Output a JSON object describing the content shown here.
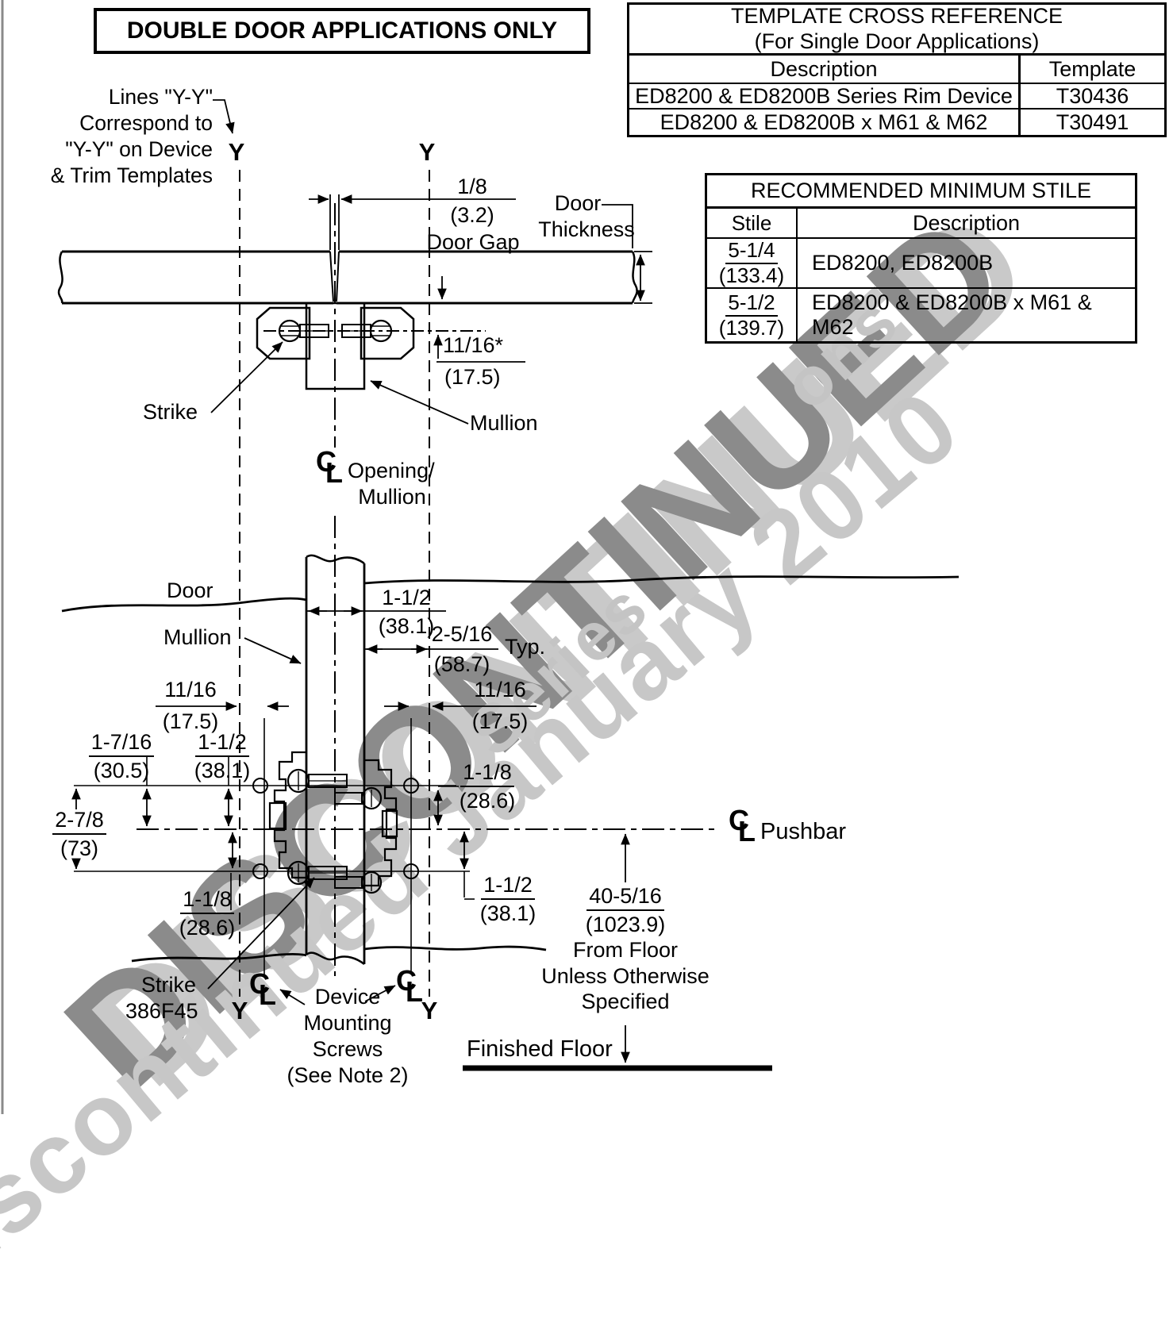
{
  "symbols": {
    "c": "C",
    "l": "L"
  },
  "watermark": {
    "main": "DISCONTINUED",
    "secondary": "Discontinued January 2010",
    "fragment_series": "Series",
    "fragment_ons": "ons",
    "dark_color": "#8b8b8b",
    "light_color": "#c7c7c7"
  },
  "title_box": {
    "label": "DOUBLE DOOR APPLICATIONS ONLY"
  },
  "cross_reference_table": {
    "title_line1": "TEMPLATE CROSS REFERENCE",
    "title_line2": "(For Single Door Applications)",
    "col_description": "Description",
    "col_template": "Template",
    "rows": [
      {
        "description": "ED8200 & ED8200B Series Rim Device",
        "template": "T30436"
      },
      {
        "description": "ED8200 & ED8200B x M61 & M62",
        "template": "T30491"
      }
    ]
  },
  "stile_table": {
    "title": "RECOMMENDED MINIMUM STILE",
    "col_stile": "Stile",
    "col_description": "Description",
    "rows": [
      {
        "stile_num": "5-1/4",
        "stile_den": "(133.4)",
        "description": "ED8200, ED8200B"
      },
      {
        "stile_num": "5-1/2",
        "stile_den": "(139.7)",
        "description": "ED8200 & ED8200B x M61 & M62"
      }
    ]
  },
  "note_yy": {
    "line1": "Lines \"Y-Y\"",
    "line2": "Correspond to",
    "line3": "\"Y-Y\" on Device",
    "line4": "& Trim Templates"
  },
  "labels": {
    "y": "Y",
    "door_gap": "Door Gap",
    "door_thickness_line1": "Door",
    "door_thickness_line2": "Thickness",
    "strike_plan": "Strike",
    "mullion_plan": "Mullion",
    "opening_line1": "Opening/",
    "opening_line2": "Mullion",
    "door_elev": "Door",
    "mullion_elev": "Mullion",
    "typ": "Typ.",
    "pushbar": "Pushbar",
    "strike_model_line1": "Strike",
    "strike_model_line2": "386F45",
    "device_line1": "Device",
    "device_line2": "Mounting",
    "device_line3": "Screws",
    "device_line4": "(See Note 2)",
    "finished_floor": "Finished Floor"
  },
  "dims": {
    "door_gap": {
      "num": "1/8",
      "den": "(3.2)"
    },
    "strike_cl_offset": {
      "num": "11/16*",
      "den": "(17.5)"
    },
    "mullion_width": {
      "num": "1-1/2",
      "den": "(38.1)"
    },
    "typ_offset": {
      "num": "2-5/16",
      "den": "(58.7)"
    },
    "y_offset_left": {
      "num": "11/16",
      "den": "(17.5)"
    },
    "y_offset_right": {
      "num": "11/16",
      "den": "(17.5)"
    },
    "d_1_7_16": {
      "num": "1-7/16",
      "den": "(30.5)"
    },
    "d_1_1_2_left": {
      "num": "1-1/2",
      "den": "(38.1)"
    },
    "d_2_7_8": {
      "num": "2-7/8",
      "den": "(73)"
    },
    "d_1_1_8_left": {
      "num": "1-1/8",
      "den": "(28.6)"
    },
    "d_1_1_8_right": {
      "num": "1-1/8",
      "den": "(28.6)"
    },
    "d_1_1_2_right": {
      "num": "1-1/2",
      "den": "(38.1)"
    },
    "from_floor": {
      "num": "40-5/16",
      "den": "(1023.9)",
      "line3": "From Floor",
      "line4": "Unless Otherwise",
      "line5": "Specified"
    }
  }
}
